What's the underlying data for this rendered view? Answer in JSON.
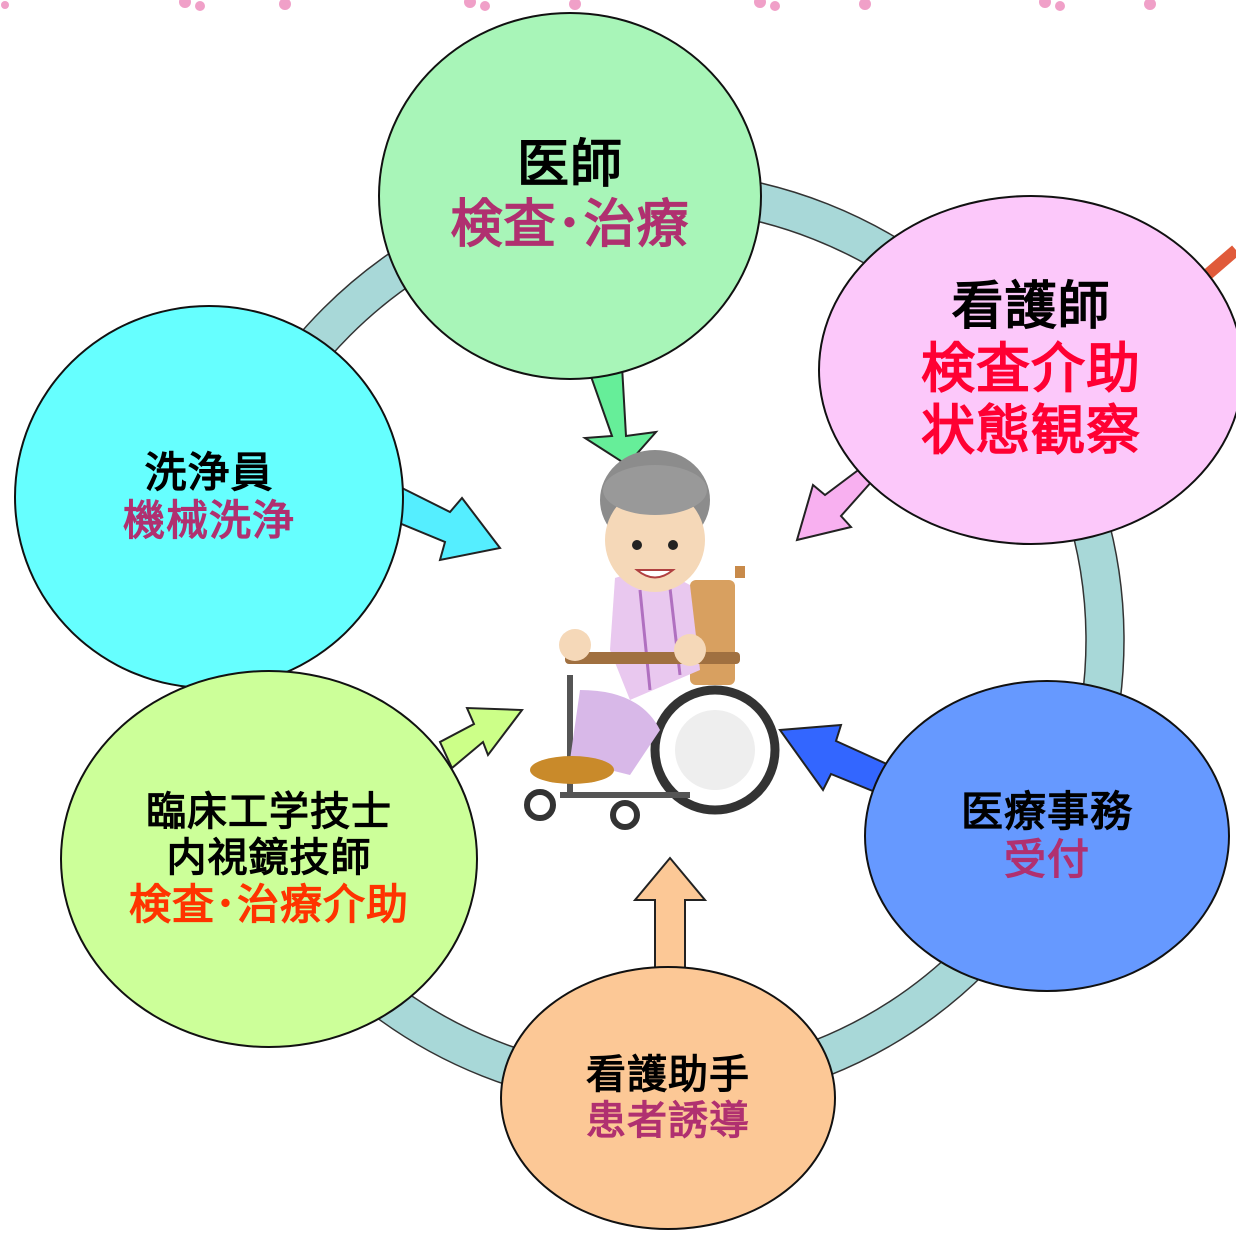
{
  "colors": {
    "ring": "#a8d8d8",
    "doctor": "#a8f5b8",
    "nurse": "#fcc8fa",
    "cleaner": "#66ffff",
    "engineer": "#ccff99",
    "clerk": "#6699ff",
    "assistant": "#fcc896",
    "role_purple": "#b03070",
    "role_red": "#ff0033",
    "role_orange": "#ff3300",
    "accent_chevron": "#e05a3a"
  },
  "doctor": {
    "title": "医師",
    "role": "検査･治療"
  },
  "nurse": {
    "title": "看護師",
    "role_line1": "検査介助",
    "role_line2": "状態観察"
  },
  "cleaner": {
    "title": "洗浄員",
    "role": "機械洗浄"
  },
  "engineer": {
    "title_line1": "臨床工学技士",
    "title_line2": "内視鏡技師",
    "role": "検査･治療介助"
  },
  "clerk": {
    "title": "医療事務",
    "role": "受付"
  },
  "assistant": {
    "title": "看護助手",
    "role": "患者誘導"
  },
  "center": {
    "icon": "elderly-patient-in-wheelchair-icon"
  }
}
